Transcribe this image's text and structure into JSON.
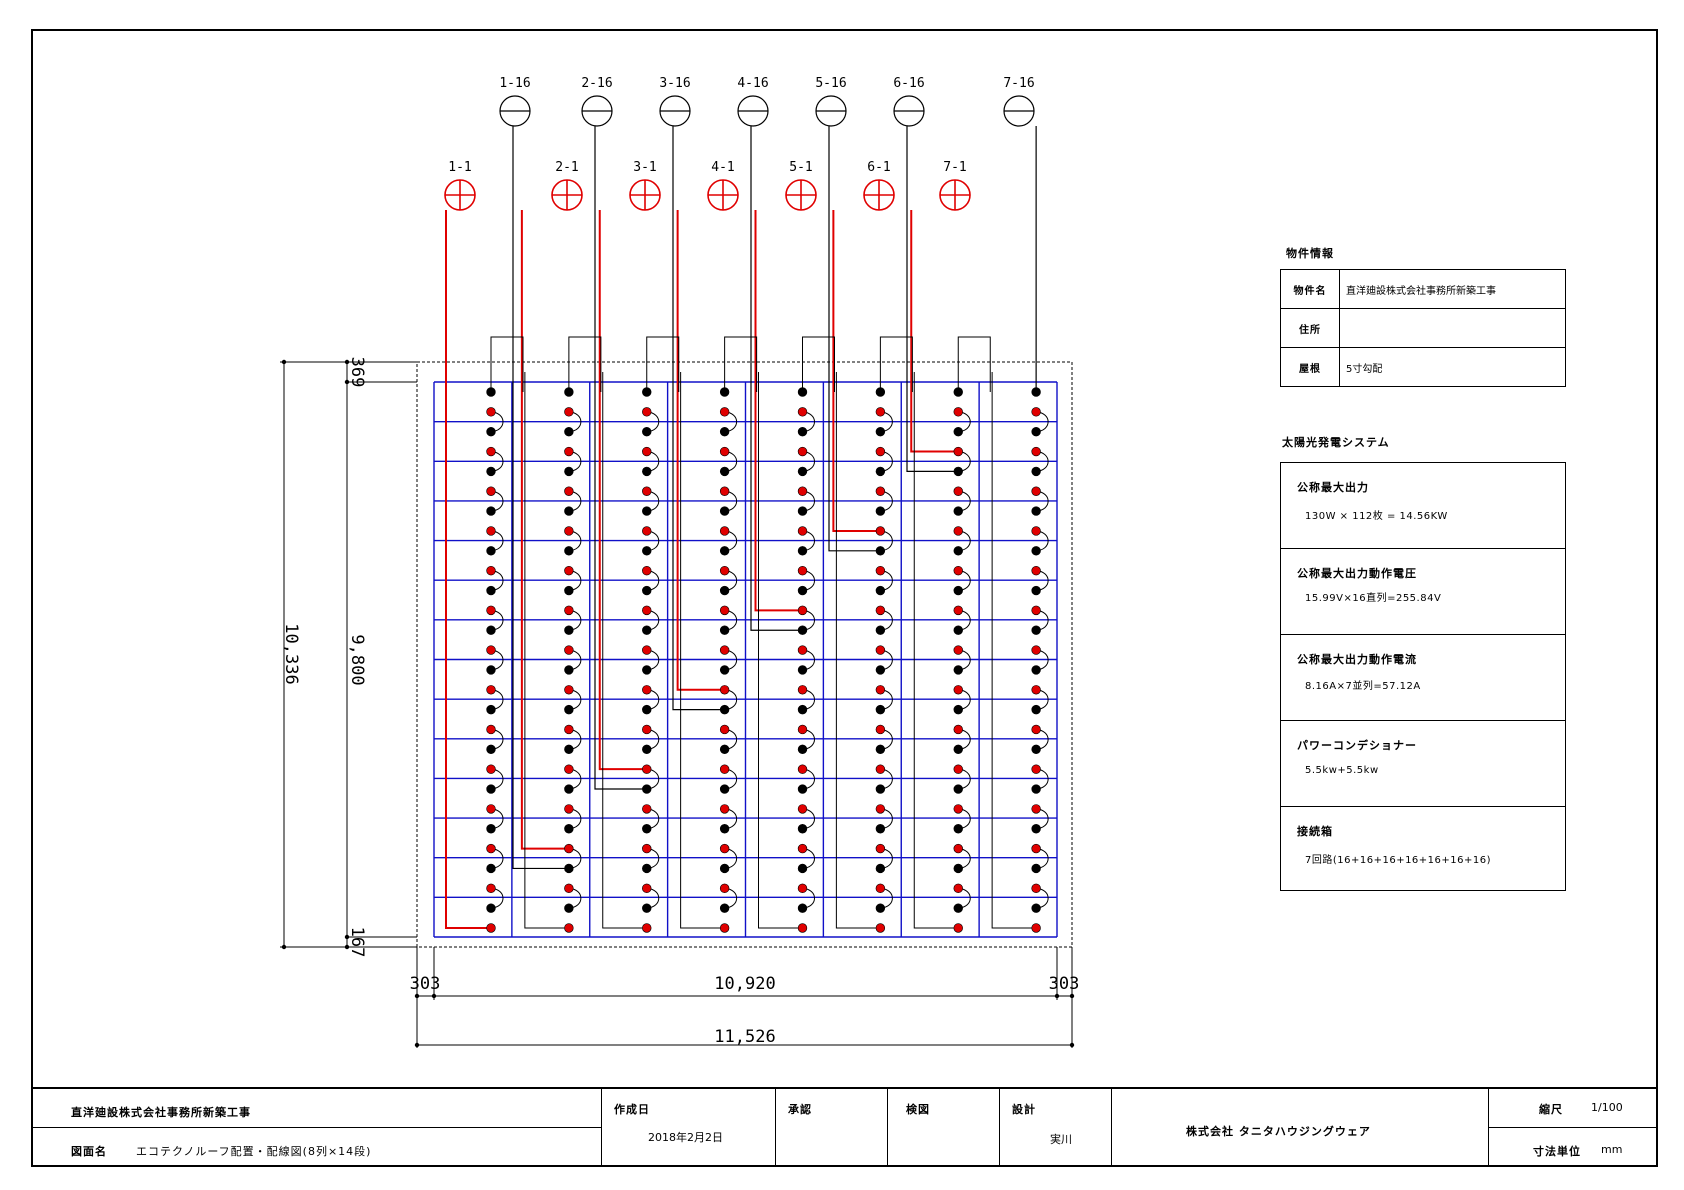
{
  "diagram": {
    "negative_labels": [
      "1-16",
      "2-16",
      "3-16",
      "4-16",
      "5-16",
      "6-16",
      "7-16"
    ],
    "positive_labels": [
      "1-1",
      "2-1",
      "3-1",
      "4-1",
      "5-1",
      "6-1",
      "7-1"
    ],
    "dimensions": {
      "overall_height": "10,336",
      "panel_height": "9,800",
      "top_margin": "369",
      "bottom_margin": "167",
      "left_margin": "303",
      "right_margin": "303",
      "panel_width": "10,920",
      "overall_width": "11,526"
    },
    "layout_summary": {
      "columns": 8,
      "modules_per_column": 28,
      "strings": 7,
      "modules_per_string": 16
    },
    "colors": {
      "positive": "#e00000",
      "negative": "#000000",
      "grid": "#1010c8"
    }
  },
  "property_info": {
    "heading": "物件情報",
    "rows": [
      {
        "key": "物件名",
        "value": "直洋廸設株式会社事務所新築工事"
      },
      {
        "key": "住所",
        "value": ""
      },
      {
        "key": "屋根",
        "value": "5寸勾配"
      }
    ]
  },
  "system": {
    "heading": "太陽光発電システム",
    "rows": [
      {
        "label": "公称最大出力",
        "value": "130W × 112枚 = 14.56KW"
      },
      {
        "label": "公称最大出力動作電圧",
        "value": "15.99V×16直列=255.84V"
      },
      {
        "label": "公称最大出力動作電流",
        "value": "8.16A×7並列=57.12A"
      },
      {
        "label": "パワーコンデショナー",
        "value": "5.5kw+5.5kw"
      },
      {
        "label": "接続箱",
        "value": "7回路(16+16+16+16+16+16+16)"
      }
    ]
  },
  "title_block": {
    "project": "直洋廸設株式会社事務所新築工事",
    "drawing_label": "図面名",
    "drawing_name": "エコテクノルーフ配置・配線図(8列×14段)",
    "created_label": "作成日",
    "created_date": "2018年2月2日",
    "approval_label": "承認",
    "check_label": "検図",
    "design_label": "設計",
    "designer": "実川",
    "company": "株式会社 タニタハウジングウェア",
    "scale_label": "縮尺",
    "scale_value": "1/100",
    "unit_label": "寸法単位",
    "unit_value": "mm"
  }
}
